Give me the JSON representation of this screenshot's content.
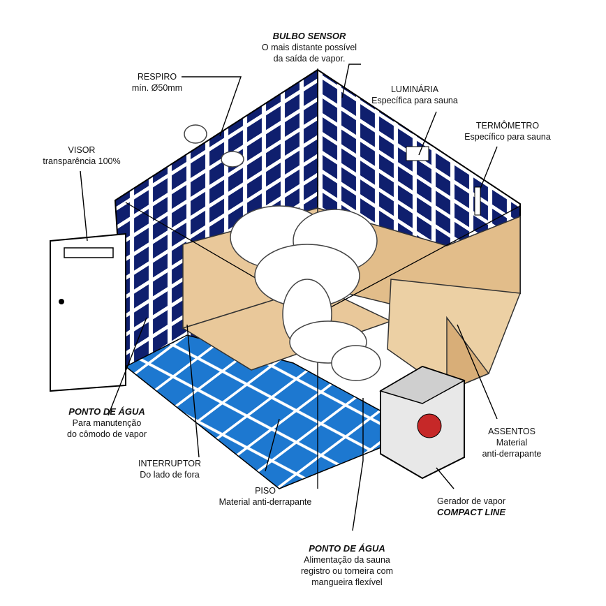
{
  "labels": {
    "bulbo": {
      "title": "BULBO SENSOR",
      "line1": "O mais distante possível",
      "line2": "da saída de vapor."
    },
    "respiro": {
      "title": "RESPIRO",
      "line1": "mín. Ø50mm"
    },
    "luminaria": {
      "title": "LUMINÁRIA",
      "line1": "Específica para sauna"
    },
    "termometro": {
      "title": "TERMÔMETRO",
      "line1": "Específico para sauna"
    },
    "visor": {
      "title": "VISOR",
      "line1": "transparência 100%"
    },
    "ponto_agua_manut": {
      "title": "PONTO DE ÁGUA",
      "line1": "Para manutenção",
      "line2": "do cômodo de vapor"
    },
    "interruptor": {
      "title": "INTERRUPTOR",
      "line1": "Do lado de fora"
    },
    "piso": {
      "title": "PISO",
      "line1": "Material anti-derrapante"
    },
    "assentos": {
      "title": "ASSENTOS",
      "line1": "Material",
      "line2": "anti-derrapante"
    },
    "gerador": {
      "line1": "Gerador de vapor",
      "title": "COMPACT LINE"
    },
    "ponto_agua_alim": {
      "title": "PONTO DE ÁGUA",
      "line1": "Alimentação da sauna",
      "line2": "registro ou torneira com",
      "line3": "mangueira flexível"
    }
  },
  "colors": {
    "tile": "#0f1f6e",
    "floor": "#1d78d0",
    "bench": "#e9c89a",
    "grout": "#ffffff"
  }
}
